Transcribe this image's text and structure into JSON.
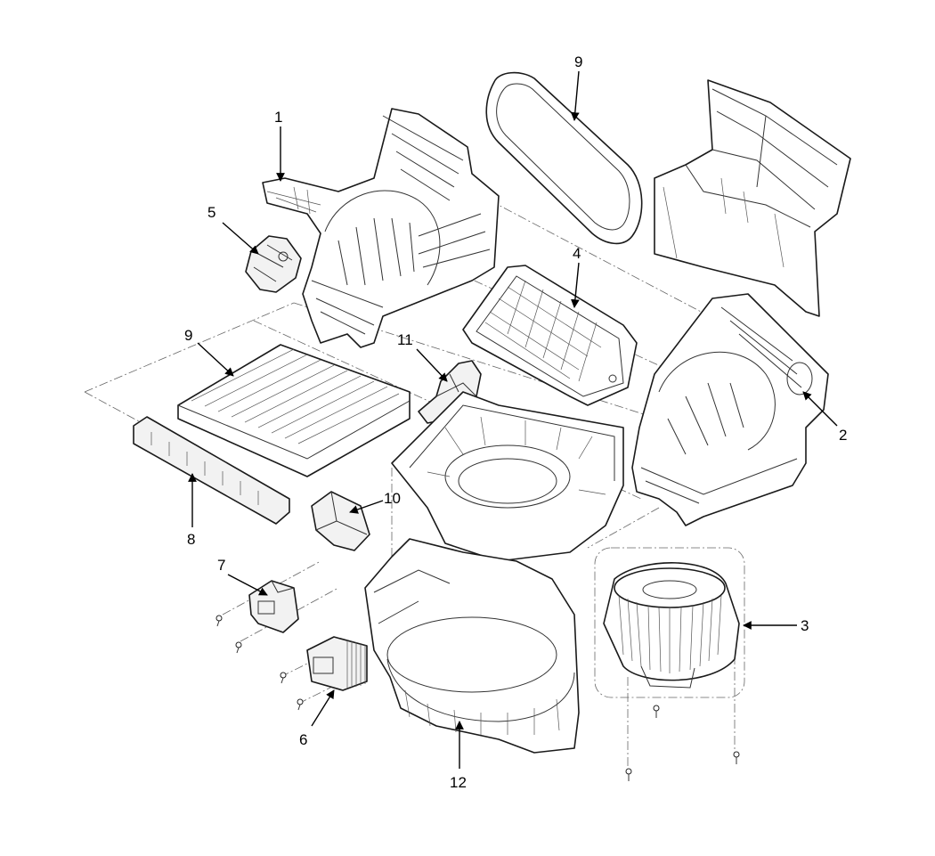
{
  "callouts": {
    "c1": "1",
    "c2": "2",
    "c3": "3",
    "c4": "4",
    "c5": "5",
    "c6": "6",
    "c7": "7",
    "c8": "8",
    "c9a": "9",
    "c9b": "9",
    "c10": "10",
    "c11": "11",
    "c12": "12"
  },
  "colors": {
    "line": "#1a1a1a",
    "background": "#ffffff"
  }
}
